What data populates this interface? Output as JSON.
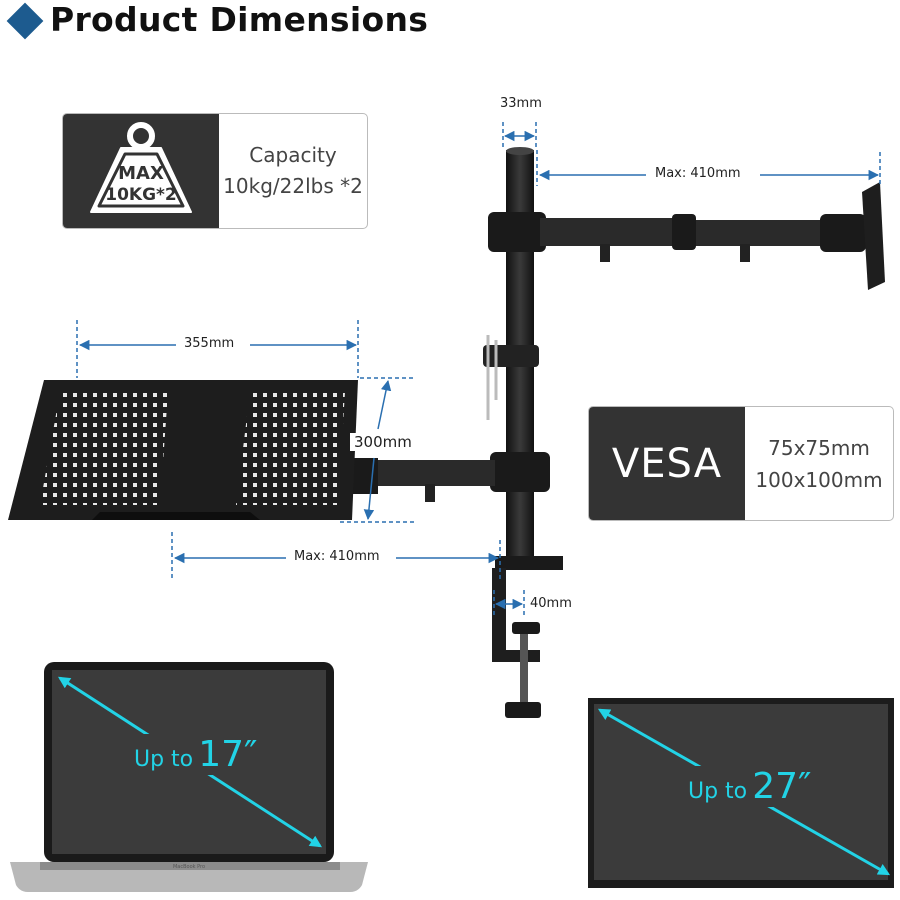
{
  "header": {
    "title": "Product Dimensions"
  },
  "capacity": {
    "badge_line1": "MAX",
    "badge_line2": "10KG*2",
    "label": "Capacity",
    "value": "10kg/22lbs *2"
  },
  "vesa": {
    "label": "VESA",
    "sizes": [
      "75x75mm",
      "100x100mm"
    ]
  },
  "dimensions": {
    "pole_width": "33mm",
    "monitor_arm_reach": "Max: 410mm",
    "tray_width": "355mm",
    "tray_depth": "300mm",
    "tray_arm_reach": "Max: 410mm",
    "clamp_thickness": "40mm"
  },
  "laptop": {
    "prefix": "Up to",
    "size": "17″",
    "brand_text": "MacBook Pro"
  },
  "monitor": {
    "prefix": "Up to",
    "size": "27″"
  },
  "colors": {
    "accent_blue": "#1d5b8f",
    "dim_line_blue": "#2a6fb0",
    "diagonal_cyan": "#22d3e6",
    "dark_panel": "#333333"
  }
}
